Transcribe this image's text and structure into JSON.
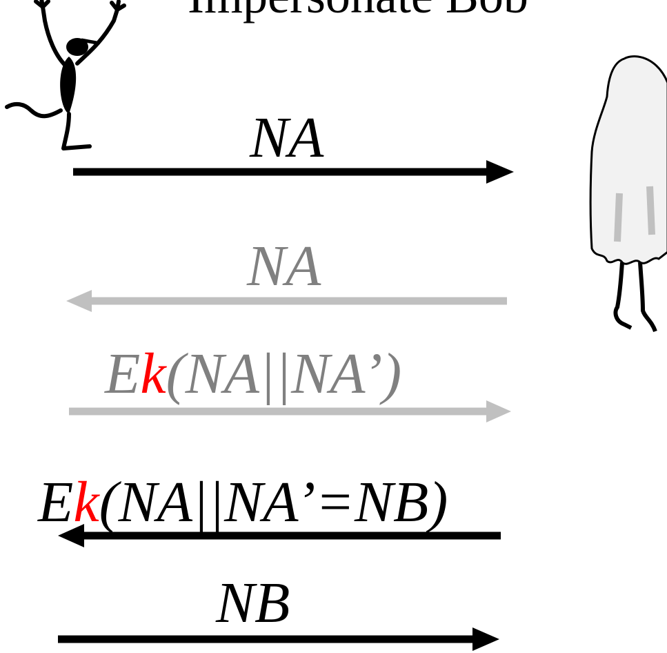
{
  "title": "Impersonate Bob",
  "messages": [
    {
      "direction": "right",
      "style": "solid",
      "text": "NA"
    },
    {
      "direction": "left",
      "style": "faded",
      "text": "NA"
    },
    {
      "direction": "right",
      "style": "faded",
      "pre": "E",
      "key": "k",
      "post": "(NA||NA’)"
    },
    {
      "direction": "left",
      "style": "solid",
      "pre": "E",
      "key": "k",
      "post": "(NA||NA’=NB)"
    },
    {
      "direction": "right",
      "style": "solid",
      "text": "NB"
    }
  ],
  "colors": {
    "solid": "#000000",
    "faded": "#808080",
    "key": "#ff0000"
  },
  "icons": {
    "left": "dancing-figure-icon",
    "right": "ghost-icon"
  }
}
